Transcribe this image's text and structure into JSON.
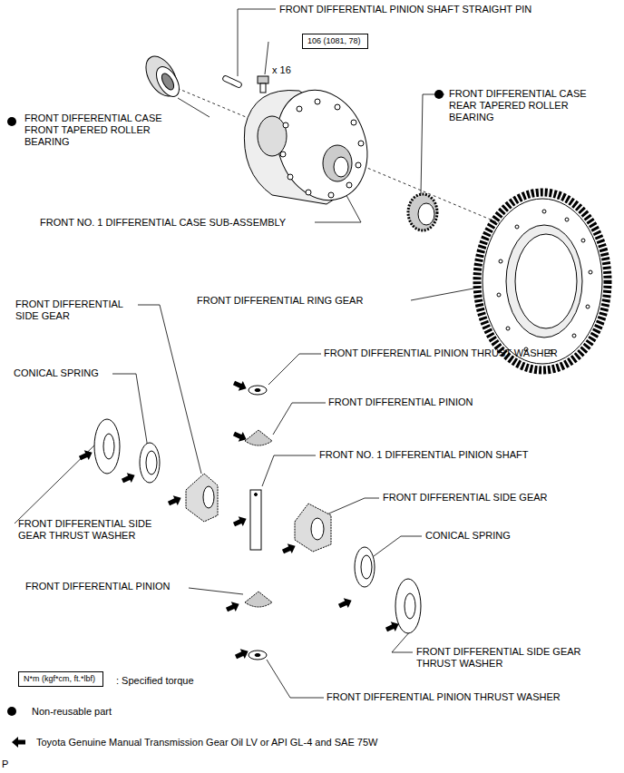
{
  "diagram": {
    "nodes": [
      {
        "text": [
          "106 (1081, 78)"
        ]
      },
      {
        "text": [
          "N*m (kgf*cm, ft.*lbf)"
        ]
      }
    ],
    "labels": [
      "FRONT DIFFERENTIAL PINION SHAFT STRAIGHT PIN",
      "x 16",
      "FRONT DIFFERENTIAL CASE FRONT TAPERED ROLLER BEARING",
      "FRONT DIFFERENTIAL CASE REAR TAPERED ROLLER BEARING",
      "FRONT NO. 1 DIFFERENTIAL CASE SUB-ASSEMBLY",
      "FRONT DIFFERENTIAL RING GEAR",
      "FRONT DIFFERENTIAL SIDE GEAR",
      "FRONT DIFFERENTIAL PINION THRUST WASHER",
      "CONICAL SPRING",
      "FRONT DIFFERENTIAL PINION",
      "FRONT NO. 1 DIFFERENTIAL PINION SHAFT",
      "FRONT DIFFERENTIAL SIDE GEAR",
      "FRONT DIFFERENTIAL SIDE GEAR THRUST WASHER",
      "CONICAL SPRING",
      "FRONT DIFFERENTIAL PINION",
      "FRONT DIFFERENTIAL SIDE GEAR THRUST WASHER",
      "FRONT DIFFERENTIAL PINION THRUST WASHER",
      "P"
    ],
    "legend": [
      {
        "text": ": Specified torque"
      },
      {
        "text": "Non-reusable part"
      },
      {
        "text": "Toyota Genuine Manual Transmission Gear Oil LV or API GL-4 and SAE 75W"
      }
    ]
  }
}
